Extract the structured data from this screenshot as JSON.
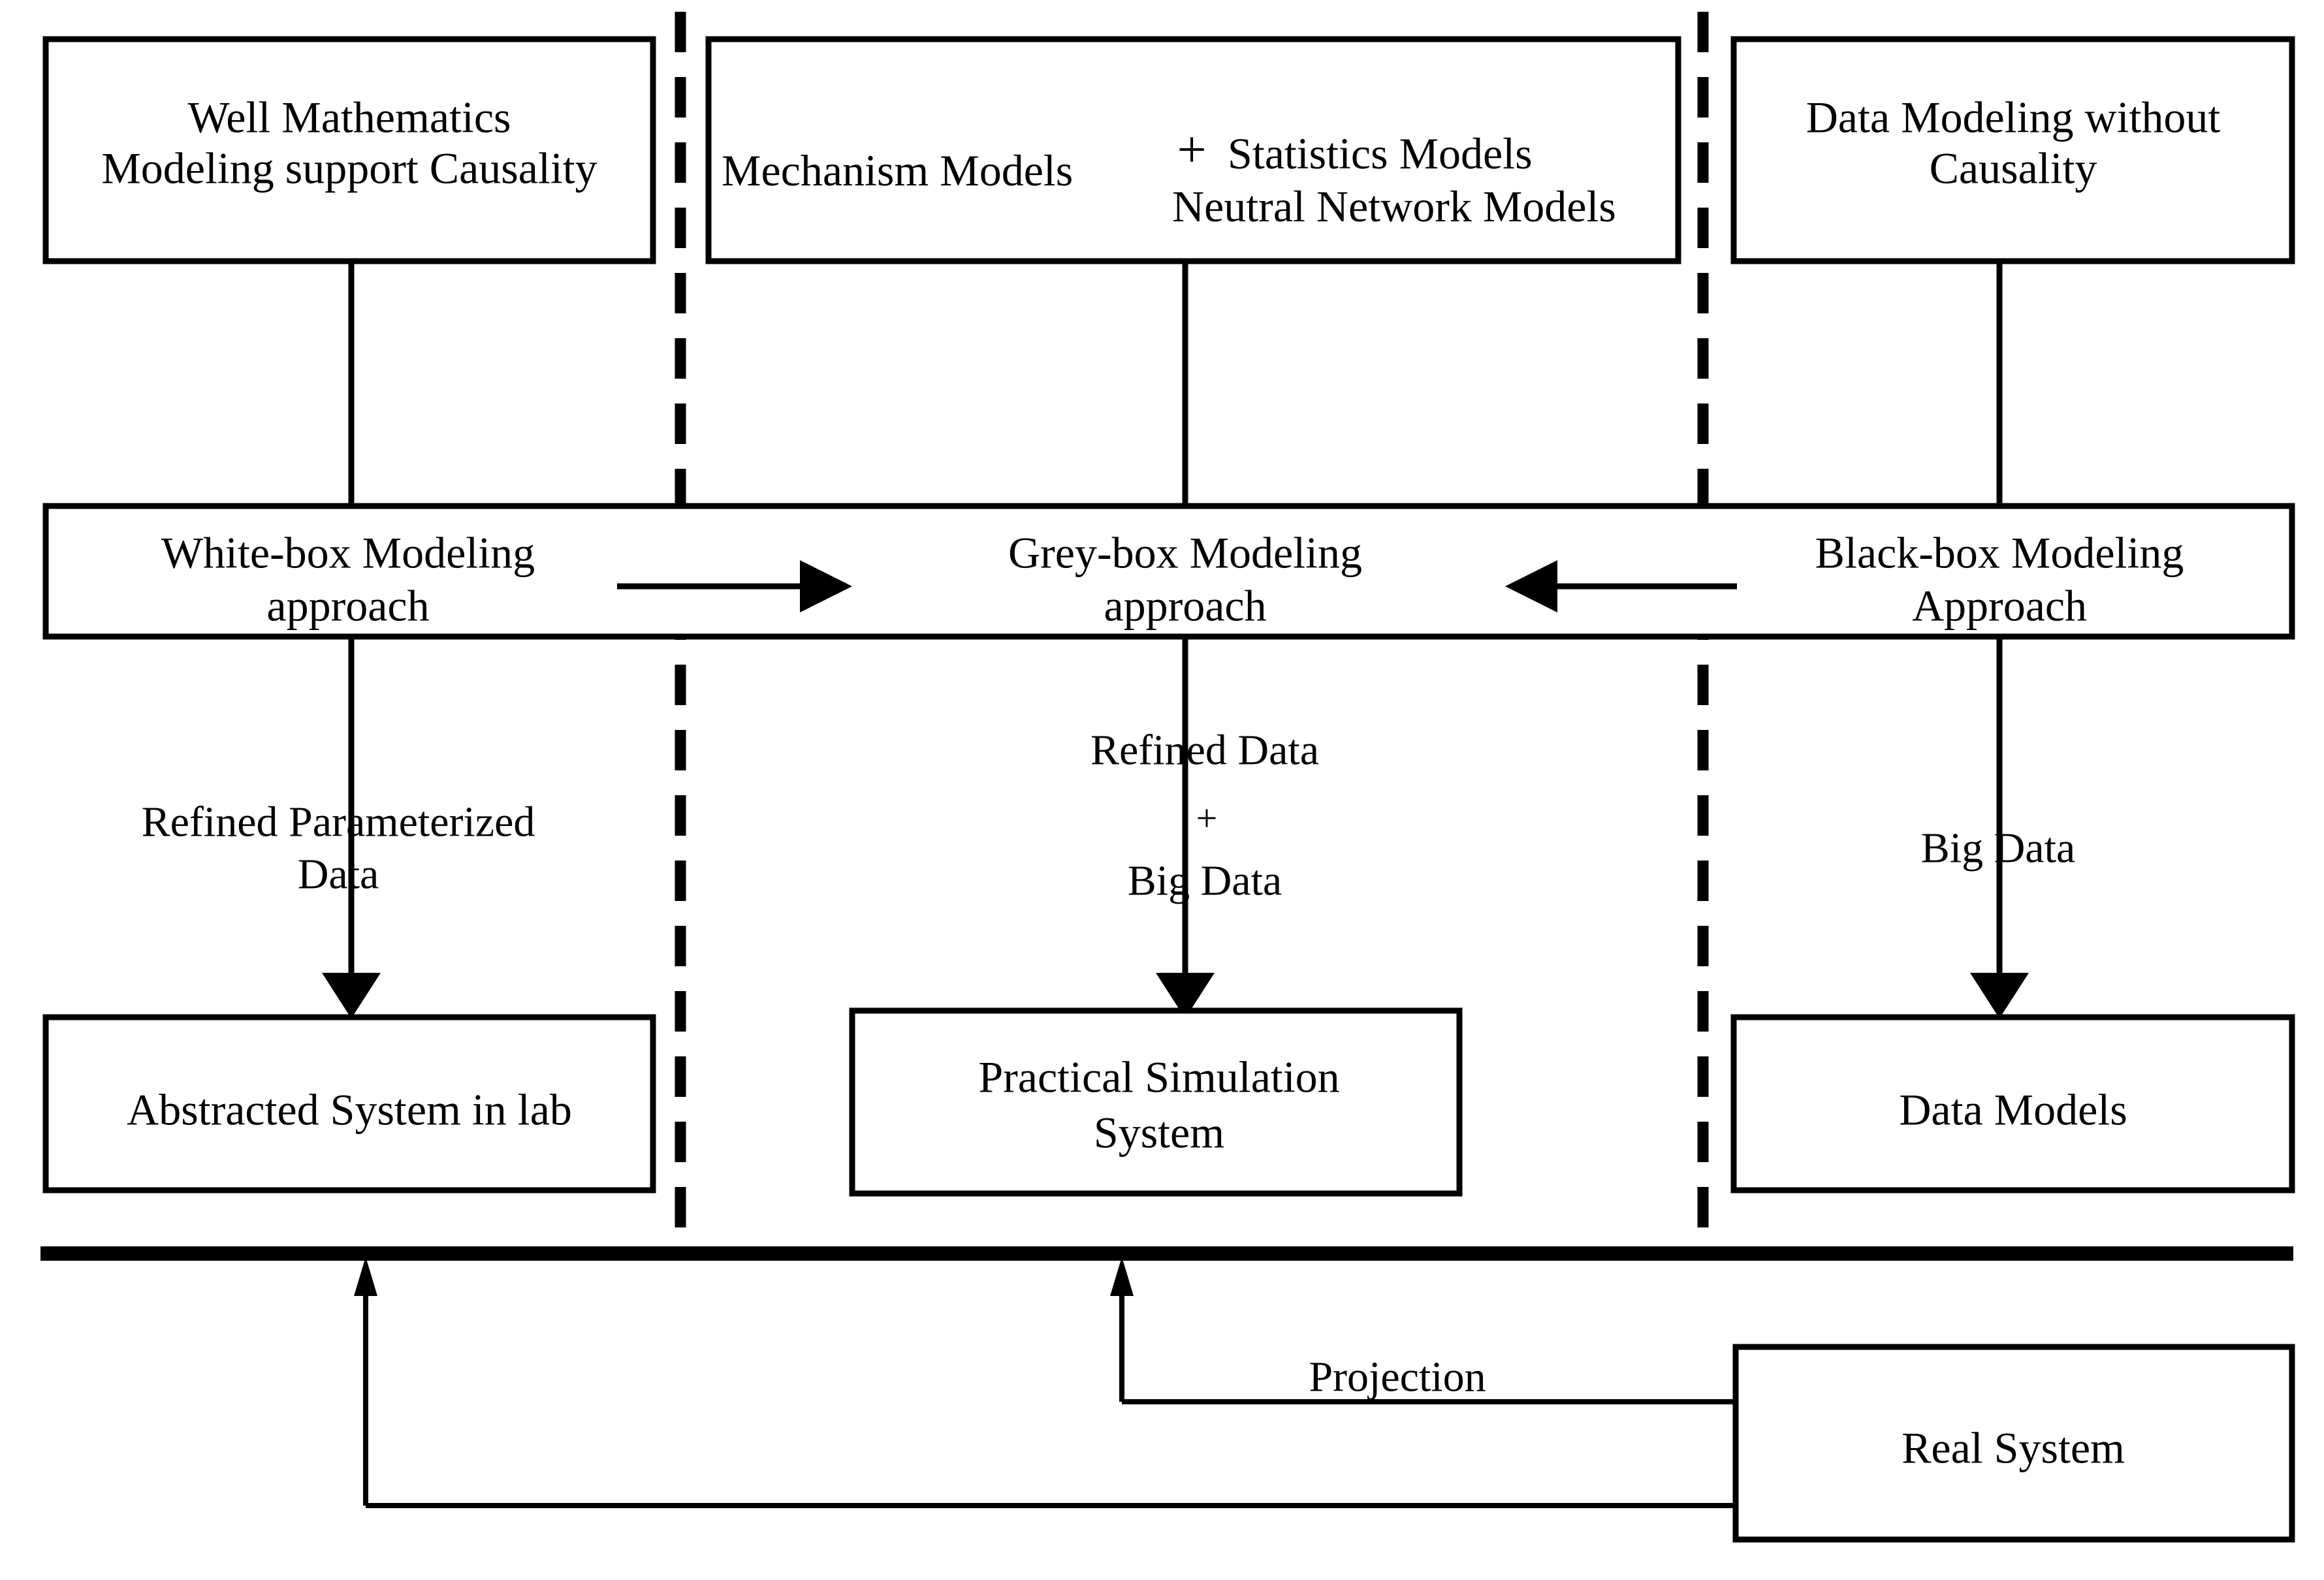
{
  "diagram": {
    "title": "Modeling approaches spectrum: white-box, grey-box and black-box",
    "colors": {
      "stroke": "#000000",
      "fill": "#ffffff",
      "text": "#000000"
    },
    "columns": [
      {
        "id": "white-box",
        "name": "White-box column"
      },
      {
        "id": "grey-box",
        "name": "Grey-box column"
      },
      {
        "id": "black-box",
        "name": "Black-box column"
      }
    ],
    "top_boxes": [
      {
        "id": "well-mathematics",
        "line1": "Well Mathematics",
        "line2": "Modeling support Causality"
      },
      {
        "id": "mechanism-statistics",
        "line1_a": "Mechanism Models",
        "plus": "+",
        "line1_b": "Statistics Models",
        "line2": "Neutral Network Models"
      },
      {
        "id": "data-modeling",
        "line1": "Data Modeling without",
        "line2": "Causality"
      }
    ],
    "approach_band": {
      "white": {
        "line1": "White-box Modeling",
        "line2": "approach"
      },
      "grey": {
        "line1": "Grey-box Modeling",
        "line2": "approach"
      },
      "black": {
        "line1": "Black-box Modeling",
        "line2": "Approach"
      },
      "arrow_left_to_middle": "arrow-right",
      "arrow_right_to_middle": "arrow-left"
    },
    "edge_labels": {
      "white_to_abstracted": {
        "line1": "Refined Parameterized",
        "line2": "Data"
      },
      "grey_to_practical": {
        "line1": "Refined Data",
        "plus": "+",
        "line2": "Big Data"
      },
      "black_to_datamodels": {
        "line1": "Big Data"
      },
      "projection": "Projection"
    },
    "bottom_boxes": [
      {
        "id": "abstracted-system",
        "line1": "Abstracted System in lab"
      },
      {
        "id": "practical-simulation",
        "line1": "Practical Simulation",
        "line2": "System"
      },
      {
        "id": "data-models",
        "line1": "Data Models"
      }
    ],
    "real_system_box": {
      "id": "real-system",
      "label": "Real System"
    }
  }
}
